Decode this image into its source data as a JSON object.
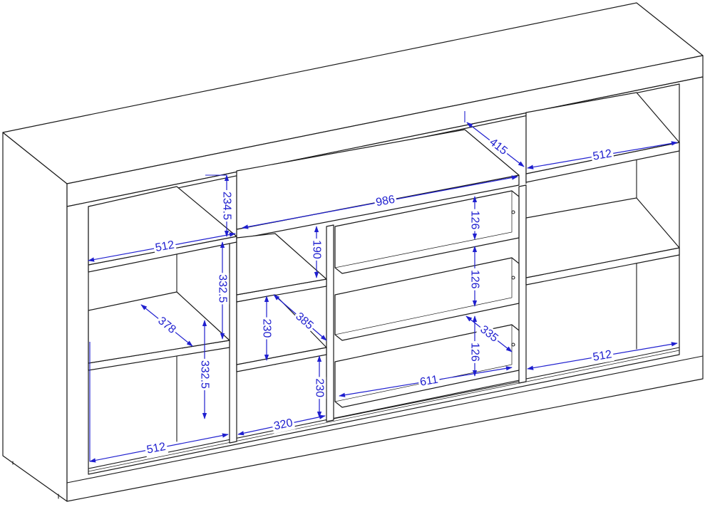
{
  "diagram": {
    "dimension_color": "#1f1fcf",
    "line_color": "#1a1a1a",
    "dimensions": [
      {
        "id": "top-depth",
        "value": "415"
      },
      {
        "id": "right-top-compartment-width",
        "value": "512"
      },
      {
        "id": "middle-top-compartment-width",
        "value": "986"
      },
      {
        "id": "left-top-compartment-width",
        "value": "512"
      },
      {
        "id": "top-compartment-height",
        "value": "234.5"
      },
      {
        "id": "drawer-1-height",
        "value": "126"
      },
      {
        "id": "drawer-2-height",
        "value": "126"
      },
      {
        "id": "drawer-3-height",
        "value": "126"
      },
      {
        "id": "middle-upper-height",
        "value": "190"
      },
      {
        "id": "left-middle-height",
        "value": "332.5"
      },
      {
        "id": "left-shelf-depth",
        "value": "378"
      },
      {
        "id": "middle-shelf-depth",
        "value": "385"
      },
      {
        "id": "middle-mid-height",
        "value": "230"
      },
      {
        "id": "drawer-depth",
        "value": "335"
      },
      {
        "id": "left-lower-height",
        "value": "332.5"
      },
      {
        "id": "middle-lower-height",
        "value": "230"
      },
      {
        "id": "drawer-width",
        "value": "611"
      },
      {
        "id": "right-bottom-compartment-width",
        "value": "512"
      },
      {
        "id": "middle-bottom-compartment-width",
        "value": "320"
      },
      {
        "id": "left-bottom-compartment-width",
        "value": "512"
      }
    ]
  }
}
